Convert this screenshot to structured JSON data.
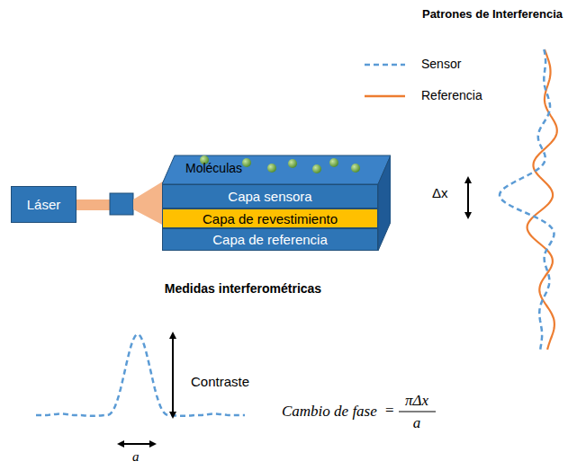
{
  "diagram": {
    "title": "Patrones de Interferencia",
    "nodes": [
      {
        "text": [
          "Láser"
        ]
      },
      {
        "text": [
          "Moléculas"
        ]
      },
      {
        "text": [
          "Capa sensora"
        ],
        "in": 1
      },
      {
        "text": [
          "Capa de revestimiento"
        ],
        "in": 1
      },
      {
        "text": [
          "Capa de referencia"
        ],
        "in": 1
      }
    ],
    "labels": [
      "Δx",
      "Medidas interferométricas",
      "Contraste",
      "a",
      "Cambio de fase",
      "=",
      "πΔx",
      "a"
    ],
    "legend": [
      {
        "text": "Sensor"
      },
      {
        "text": "Referencia"
      }
    ]
  }
}
